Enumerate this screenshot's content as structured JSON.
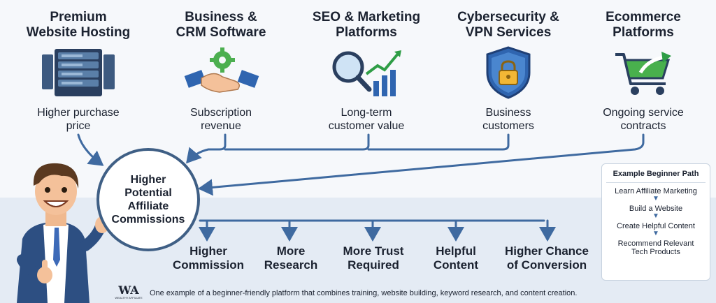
{
  "categories": [
    {
      "title": "Premium Website Hosting",
      "subtitle": "Higher purchase price",
      "icon": "server-rack-icon"
    },
    {
      "title": "Business & CRM Software",
      "subtitle": "Subscription revenue",
      "icon": "handshake-gear-icon"
    },
    {
      "title": "SEO & Marketing Platforms",
      "subtitle": "Long-term customer value",
      "icon": "magnifier-chart-icon"
    },
    {
      "title": "Cybersecurity & VPN Services",
      "subtitle": "Business customers",
      "icon": "shield-lock-icon"
    },
    {
      "title": "Ecommerce Platforms",
      "subtitle": "Ongoing service contracts",
      "icon": "shopping-cart-icon"
    }
  ],
  "center": {
    "label": "Higher Potential Affiliate Commissions"
  },
  "outcomes": [
    "Higher Commission",
    "More Research",
    "More Trust Required",
    "Helpful Content",
    "Higher Chance of Conversion"
  ],
  "beginner_path": {
    "title": "Example Beginner Path",
    "steps": [
      "Learn Affiliate Marketing",
      "Build a Website",
      "Create Helpful Content",
      "Recommend Relevant Tech Products"
    ]
  },
  "footer": {
    "logo_mark": "WA",
    "logo_text": "WEALTHY AFFILIATE",
    "text": "One example of a beginner-friendly platform that combines training, website building, keyword research, and content creation."
  },
  "colors": {
    "arrow": "#3f6aa0",
    "circle_border": "#3f5f85",
    "server": "#3d5a80",
    "gear": "#4caf50",
    "chart_green": "#2e9d46",
    "cart_green": "#49b04d",
    "shield_blue": "#2f65b0",
    "lock_gold": "#f2b735"
  }
}
